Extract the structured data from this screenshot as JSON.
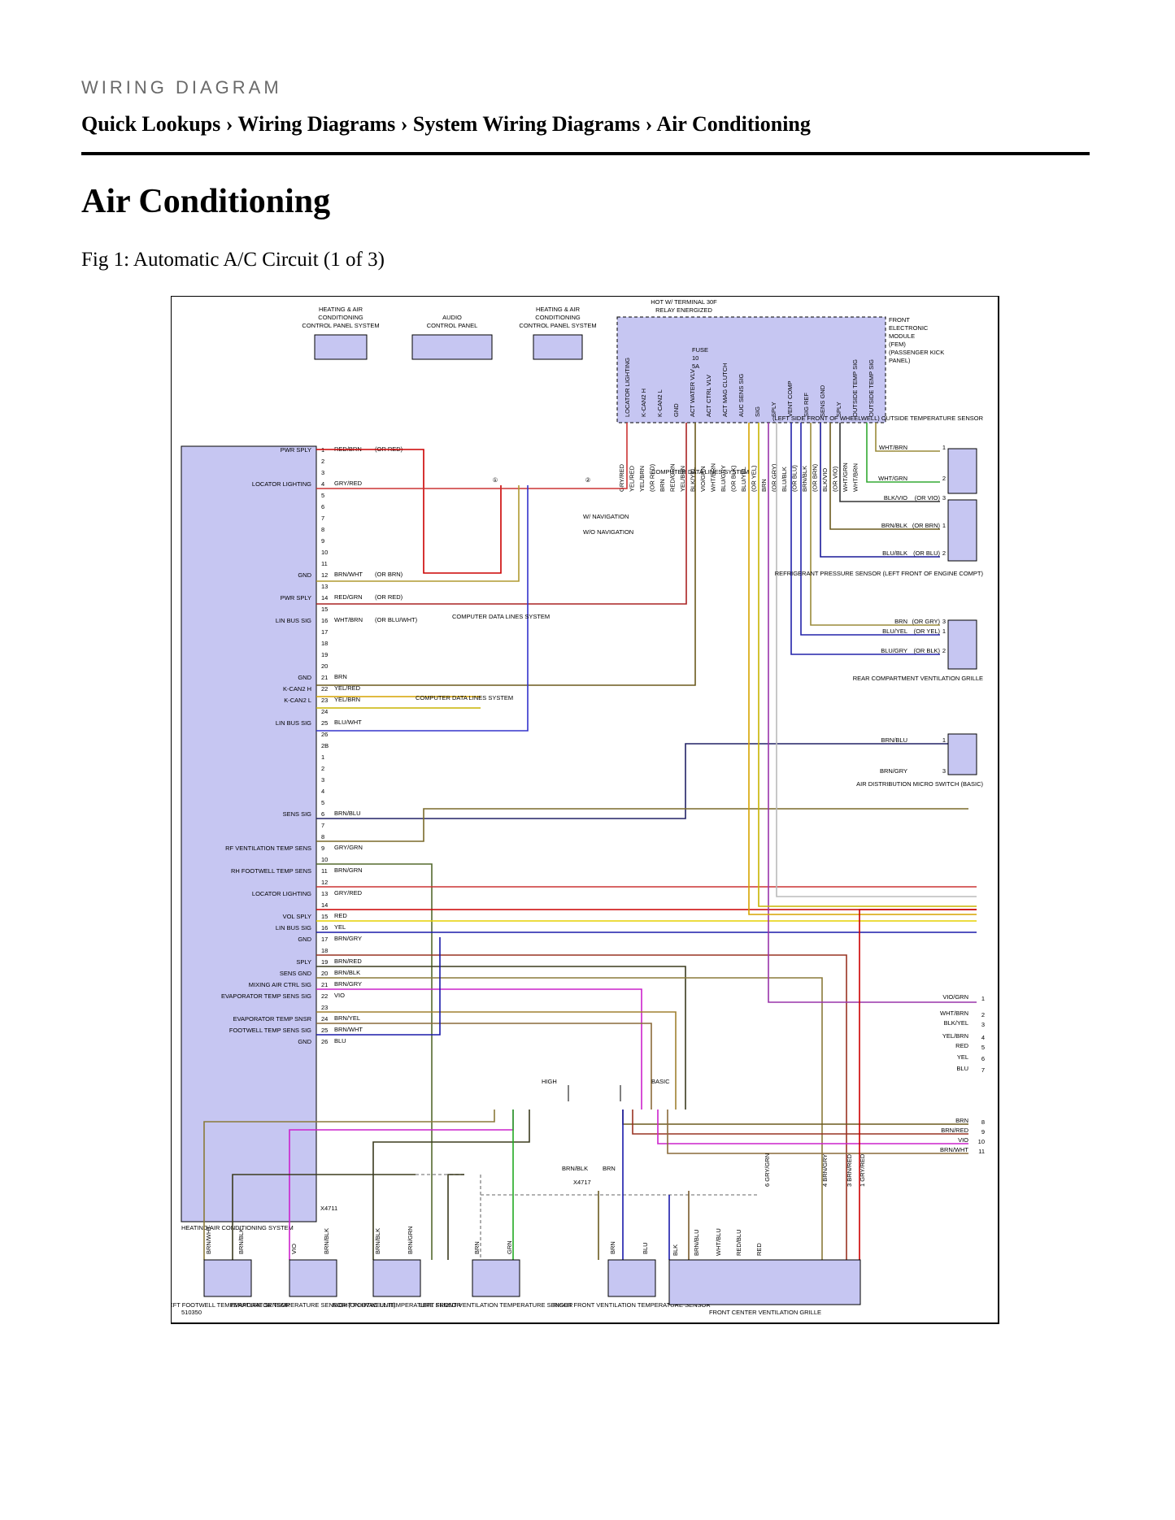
{
  "page": {
    "kicker": "WIRING DIAGRAM",
    "breadcrumb": "Quick Lookups › Wiring Diagrams › System Wiring Diagrams › Air Conditioning",
    "title": "Air Conditioning",
    "figure_caption": "Fig 1: Automatic A/C Circuit (1 of 3)"
  },
  "colors": {
    "box_fill": "#c6c6f2",
    "red": "#cc0000",
    "yellow": "#e6d000",
    "blue": "#1a1aaa",
    "brown": "#8a5a2a",
    "violet": "#cc22cc",
    "green": "#22aa22"
  },
  "diagram": {
    "figure_id": "510350",
    "top_labels": {
      "hvac_panel_left": "HEATING & AIR CONDITIONING CONTROL PANEL SYSTEM",
      "audio": "AUDIO CONTROL PANEL",
      "hvac_panel_right": "HEATING & AIR CONDITIONING CONTROL PANEL SYSTEM",
      "hot": "HOT W/ TERMINAL 30F RELAY ENERGIZED",
      "fem": "FRONT ELECTRONIC MODULE (FEM) (PASSENGER KICK PANEL)",
      "fuse": "FUSE 10 5A"
    },
    "fem_pins": [
      "LOCATOR LIGHTING",
      "K-CAN2 H",
      "K-CAN2 L",
      "GND",
      "ACT WATER VLV",
      "ACT CTRL VLV",
      "ACT MAG CLUTCH",
      "AUC SENS SIG",
      "SIG",
      "SPLY",
      "VENT COMP",
      "SIG REF",
      "SENS GND",
      "SPLY",
      "OUTSIDE TEMP SIG",
      "OUTSIDE TEMP SIG"
    ],
    "fem_wires": [
      "GRY/RED",
      "YEL/RED",
      "YEL/BRN",
      "(OR RED)",
      "BRN",
      "RED/GRN",
      "YEL/BRN",
      "BLK/YEL",
      "VIO/GRN",
      "WHT/BRN",
      "BLU/GRY",
      "(OR BLK)",
      "BLU/YEL",
      "(OR YEL)",
      "BRN",
      "(OR GRY)",
      "BLU/BLK",
      "(OR BLU)",
      "BRN/BLK",
      "(OR BRN)",
      "BLK/VIO",
      "(OR VIO)",
      "WHT/GRN",
      "WHT/BRN"
    ],
    "module_name": "HEATING/AIR CONDITIONING SYSTEM",
    "connector": "X4711",
    "module_pins_top": [
      {
        "label": "PWR SPLY",
        "pin": "1",
        "wire": "RED/BRN",
        "alt": "(OR RED)"
      },
      {
        "label": "",
        "pin": "2",
        "wire": "",
        "alt": ""
      },
      {
        "label": "",
        "pin": "3",
        "wire": "",
        "alt": ""
      },
      {
        "label": "LOCATOR LIGHTING",
        "pin": "4",
        "wire": "GRY/RED",
        "alt": ""
      },
      {
        "label": "",
        "pin": "5",
        "wire": "",
        "alt": ""
      },
      {
        "label": "",
        "pin": "6",
        "wire": "",
        "alt": ""
      },
      {
        "label": "",
        "pin": "7",
        "wire": "",
        "alt": ""
      },
      {
        "label": "",
        "pin": "8",
        "wire": "",
        "alt": ""
      },
      {
        "label": "",
        "pin": "9",
        "wire": "",
        "alt": ""
      },
      {
        "label": "",
        "pin": "10",
        "wire": "",
        "alt": ""
      },
      {
        "label": "",
        "pin": "11",
        "wire": "",
        "alt": ""
      },
      {
        "label": "GND",
        "pin": "12",
        "wire": "BRN/WHT",
        "alt": "(OR BRN)"
      },
      {
        "label": "",
        "pin": "13",
        "wire": "",
        "alt": ""
      },
      {
        "label": "PWR SPLY",
        "pin": "14",
        "wire": "RED/GRN",
        "alt": "(OR RED)"
      },
      {
        "label": "",
        "pin": "15",
        "wire": "",
        "alt": ""
      },
      {
        "label": "LIN BUS SIG",
        "pin": "16",
        "wire": "WHT/BRN",
        "alt": "(OR BLU/WHT)"
      },
      {
        "label": "",
        "pin": "17",
        "wire": "",
        "alt": ""
      },
      {
        "label": "",
        "pin": "18",
        "wire": "",
        "alt": ""
      },
      {
        "label": "",
        "pin": "19",
        "wire": "",
        "alt": ""
      },
      {
        "label": "",
        "pin": "20",
        "wire": "",
        "alt": ""
      },
      {
        "label": "GND",
        "pin": "21",
        "wire": "BRN",
        "alt": ""
      },
      {
        "label": "K-CAN2 H",
        "pin": "22",
        "wire": "YEL/RED",
        "alt": ""
      },
      {
        "label": "K-CAN2 L",
        "pin": "23",
        "wire": "YEL/BRN",
        "alt": ""
      },
      {
        "label": "",
        "pin": "24",
        "wire": "",
        "alt": ""
      },
      {
        "label": "LIN BUS SIG",
        "pin": "25",
        "wire": "BLU/WHT",
        "alt": ""
      },
      {
        "label": "",
        "pin": "26",
        "wire": "",
        "alt": ""
      },
      {
        "label": "",
        "pin": "2B",
        "wire": "",
        "alt": ""
      }
    ],
    "module_pins_bottom": [
      {
        "label": "",
        "pin": "1",
        "wire": ""
      },
      {
        "label": "",
        "pin": "2",
        "wire": ""
      },
      {
        "label": "",
        "pin": "3",
        "wire": ""
      },
      {
        "label": "",
        "pin": "4",
        "wire": ""
      },
      {
        "label": "",
        "pin": "5",
        "wire": ""
      },
      {
        "label": "SENS SIG",
        "pin": "6",
        "wire": "BRN/BLU"
      },
      {
        "label": "",
        "pin": "7",
        "wire": ""
      },
      {
        "label": "",
        "pin": "8",
        "wire": ""
      },
      {
        "label": "RF VENTILATION TEMP SENS",
        "pin": "9",
        "wire": "GRY/GRN"
      },
      {
        "label": "",
        "pin": "10",
        "wire": ""
      },
      {
        "label": "RH FOOTWELL TEMP SENS",
        "pin": "11",
        "wire": "BRN/GRN"
      },
      {
        "label": "",
        "pin": "12",
        "wire": ""
      },
      {
        "label": "LOCATOR LIGHTING",
        "pin": "13",
        "wire": "GRY/RED"
      },
      {
        "label": "",
        "pin": "14",
        "wire": ""
      },
      {
        "label": "VOL SPLY",
        "pin": "15",
        "wire": "RED"
      },
      {
        "label": "LIN BUS SIG",
        "pin": "16",
        "wire": "YEL"
      },
      {
        "label": "GND",
        "pin": "17",
        "wire": "BRN/GRY"
      },
      {
        "label": "",
        "pin": "18",
        "wire": ""
      },
      {
        "label": "SPLY",
        "pin": "19",
        "wire": "BRN/RED"
      },
      {
        "label": "SENS GND",
        "pin": "20",
        "wire": "BRN/BLK"
      },
      {
        "label": "MIXING AIR CTRL SIG",
        "pin": "21",
        "wire": "BRN/GRY"
      },
      {
        "label": "EVAPORATOR TEMP SENS SIG",
        "pin": "22",
        "wire": "VIO"
      },
      {
        "label": "",
        "pin": "23",
        "wire": ""
      },
      {
        "label": "EVAPORATOR TEMP SNSR",
        "pin": "24",
        "wire": "BRN/YEL"
      },
      {
        "label": "FOOTWELL TEMP SENS SIG",
        "pin": "25",
        "wire": "BRN/WHT"
      },
      {
        "label": "GND",
        "pin": "26",
        "wire": "BLU"
      }
    ],
    "notes": {
      "w_nav": "W/ NAVIGATION",
      "wo_nav": "W/O NAVIGATION",
      "computer_data_lines": "COMPUTER DATA LINES SYSTEM",
      "high": "HIGH",
      "basic": "BASIC"
    },
    "right_components": {
      "outside_sensor": "(LEFT SIDE FRONT OF WHEELWELL) OUTSIDE TEMPERATURE SENSOR",
      "refrigerant": "REFRIGERANT PRESSURE SENSOR (LEFT FRONT OF ENGINE COMPT)",
      "rear_grille": "REAR COMPARTMENT VENTILATION GRILLE",
      "air_switch": "AIR DISTRIBUTION MICRO SWITCH (BASIC)"
    },
    "right_wires": [
      {
        "wire": "WHT/BRN",
        "alt": "",
        "pin": "1"
      },
      {
        "wire": "WHT/GRN",
        "alt": "",
        "pin": "2"
      },
      {
        "wire": "BLK/VIO",
        "alt": "(OR VIO)",
        "pin": "3"
      },
      {
        "wire": "BRN/BLK",
        "alt": "(OR BRN)",
        "pin": "1"
      },
      {
        "wire": "BLU/BLK",
        "alt": "(OR BLU)",
        "pin": "2"
      },
      {
        "wire": "BRN",
        "alt": "(OR GRY)",
        "pin": "3"
      },
      {
        "wire": "BLU/YEL",
        "alt": "(OR YEL)",
        "pin": "1"
      },
      {
        "wire": "BLU/GRY",
        "alt": "(OR BLK)",
        "pin": "2"
      },
      {
        "wire": "BRN/BLU",
        "alt": "",
        "pin": "1"
      },
      {
        "wire": "BRN/GRY",
        "alt": "",
        "pin": "3"
      }
    ],
    "right_connector": [
      {
        "wire": "VIO/GRN",
        "pin": "1"
      },
      {
        "wire": "WHT/BRN",
        "pin": "2"
      },
      {
        "wire": "BLK/YEL",
        "pin": "3"
      },
      {
        "wire": "YEL/BRN",
        "pin": "4"
      },
      {
        "wire": "RED",
        "pin": "5"
      },
      {
        "wire": "YEL",
        "pin": "6"
      },
      {
        "wire": "BLU",
        "pin": "7"
      },
      {
        "wire": "BRN",
        "pin": "8"
      },
      {
        "wire": "BRN/RED",
        "pin": "9"
      },
      {
        "wire": "VIO",
        "pin": "10"
      },
      {
        "wire": "BRN/WHT",
        "pin": "11"
      }
    ],
    "bottom_components": [
      {
        "name": "LEFT FOOTWELL TEMPERATURE SENSOR",
        "w1": "BRN/WHT",
        "w2": "BRN/BLK"
      },
      {
        "name": "EVAPORATOR TEMPERATURE SENSOR (ON HVAC UNIT)",
        "w1": "VIO",
        "w2": "BRN/BLK"
      },
      {
        "name": "RIGHT FOOTWELL TEMPERATURE SENSOR",
        "w1": "BRN/BLK",
        "w2": "BRN/GRN"
      },
      {
        "name": "LEFT FRONT VENTILATION TEMPERATURE SENSOR",
        "w1": "BRN",
        "w2": "GRN"
      },
      {
        "name": "RIGHT FRONT VENTILATION TEMPERATURE SENSOR",
        "w1": "BRN",
        "w2": "BLU"
      },
      {
        "name": "FRONT CENTER VENTILATION GRILLE",
        "w1": "BLK",
        "w2": "BRN/BLU"
      }
    ],
    "bottom_misc": {
      "splice_wire": "BRN/BLK",
      "splice_wire2": "BRN",
      "connector_x4717": "X4717",
      "grille_wires": [
        "BLK",
        "BRN/BLU",
        "WHT/BLU",
        "RED/BLU",
        "RED"
      ],
      "grille_pins": [
        "4 BRN/GRY",
        "3 BRN/RED",
        "1 GRY/RED"
      ],
      "gry_grn": "6 GRY/GRN"
    }
  }
}
